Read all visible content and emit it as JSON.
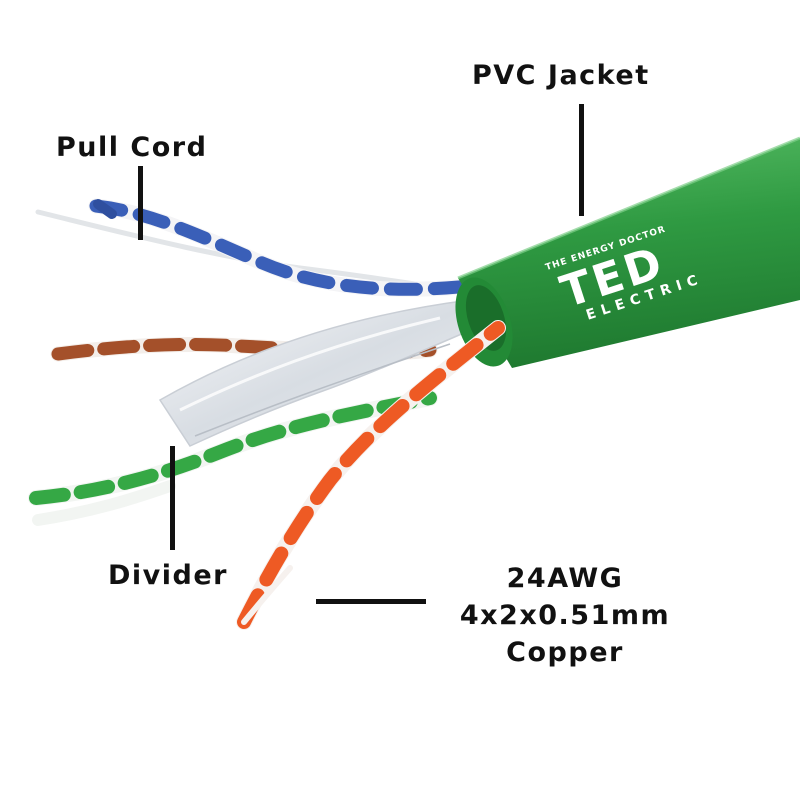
{
  "labels": {
    "pvc_jacket": "PVC Jacket",
    "pull_cord": "Pull Cord",
    "divider": "Divider",
    "spec_line1": "24AWG",
    "spec_line2": "4x2x0.51mm",
    "spec_line3": "Copper"
  },
  "brand": {
    "tagline": "THE ENERGY DOCTOR",
    "name": "TED",
    "sub": "ELECTRIC"
  },
  "colors": {
    "jacket": "#2f9a42",
    "blue_pair": "#3a5fb8",
    "brown_pair": "#a4502a",
    "green_pair": "#35a845",
    "orange_pair": "#ee5a24",
    "leader": "#111111"
  }
}
